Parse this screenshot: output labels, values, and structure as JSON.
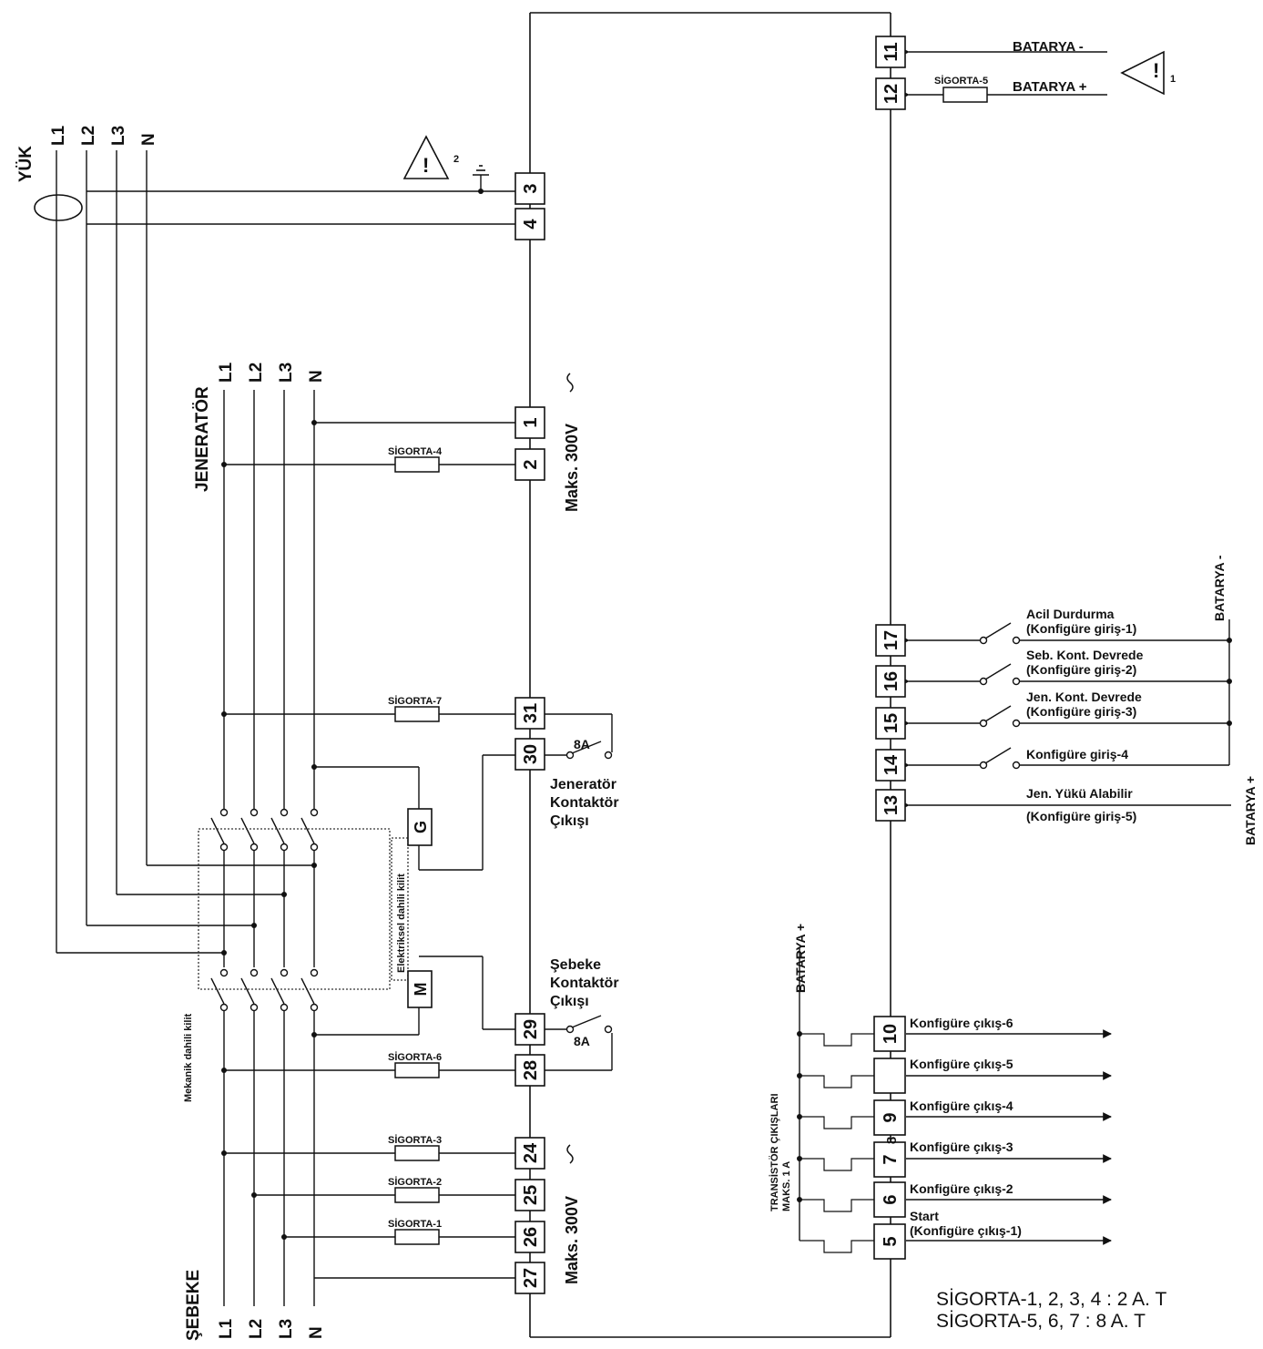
{
  "groups": {
    "yuk": "YÜK",
    "jenerator": "JENERATÖR",
    "sebeke": "ŞEBEKE"
  },
  "phases": [
    "L1",
    "L2",
    "L3",
    "N"
  ],
  "warnings": {
    "w1": "1",
    "w2": "2"
  },
  "terminals": [
    "11",
    "12",
    "3",
    "4",
    "1",
    "2",
    "31",
    "30",
    "29",
    "28",
    "24",
    "25",
    "26",
    "27",
    "17",
    "16",
    "15",
    "14",
    "13",
    "10",
    "9",
    "7",
    "8",
    "6",
    "5"
  ],
  "fuses": {
    "f1": "SİGORTA-1",
    "f2": "SİGORTA-2",
    "f3": "SİGORTA-3",
    "f4": "SİGORTA-4",
    "f5": "SİGORTA-5",
    "f6": "SİGORTA-6",
    "f7": "SİGORTA-7"
  },
  "battery": {
    "minus": "BATARYA -",
    "plus": "BATARYA +",
    "in_minus": "BATARYA -",
    "in_plus": "BATARYA +",
    "out_plus": "BATARYA +"
  },
  "labels": {
    "maks_top": "Maks. 300V",
    "maks_bottom": "Maks. 300V",
    "amp_top": "8A",
    "amp_bottom": "8A",
    "gen_contactor": [
      "Jeneratör",
      "Kontaktör",
      "Çıkışı"
    ],
    "mains_contactor": [
      "Şebeke",
      "Kontaktör",
      "Çıkışı"
    ],
    "coil_g": "G",
    "coil_m": "M",
    "electrical_interlock": "Elektriksel dahili kilit",
    "mechanical_interlock": "Mekanik dahili kilit",
    "transistor_outputs": "TRANSİSTÖR ÇIKIŞLARI",
    "transistor_max": "MAKS. 1 A"
  },
  "inputs": [
    [
      "Acil Durdurma",
      "(Konfigüre giriş-1)"
    ],
    [
      "Seb. Kont. Devrede",
      "(Konfigüre giriş-2)"
    ],
    [
      "Jen. Kont. Devrede",
      "(Konfigüre giriş-3)"
    ],
    [
      "Konfigüre giriş-4"
    ],
    [
      "Jen. Yükü Alabilir",
      "(Konfigüre giriş-5)"
    ]
  ],
  "outputs": [
    "Konfigüre çıkış-6",
    "Konfigüre çıkış-5",
    "Konfigüre çıkış-4",
    "Konfigüre çıkış-3",
    "Konfigüre çıkış-2",
    "Start",
    "(Konfigüre çıkış-1)"
  ],
  "notes": [
    "SİGORTA-1, 2, 3, 4  : 2 A. T",
    "SİGORTA-5, 6, 7  : 8 A. T"
  ]
}
